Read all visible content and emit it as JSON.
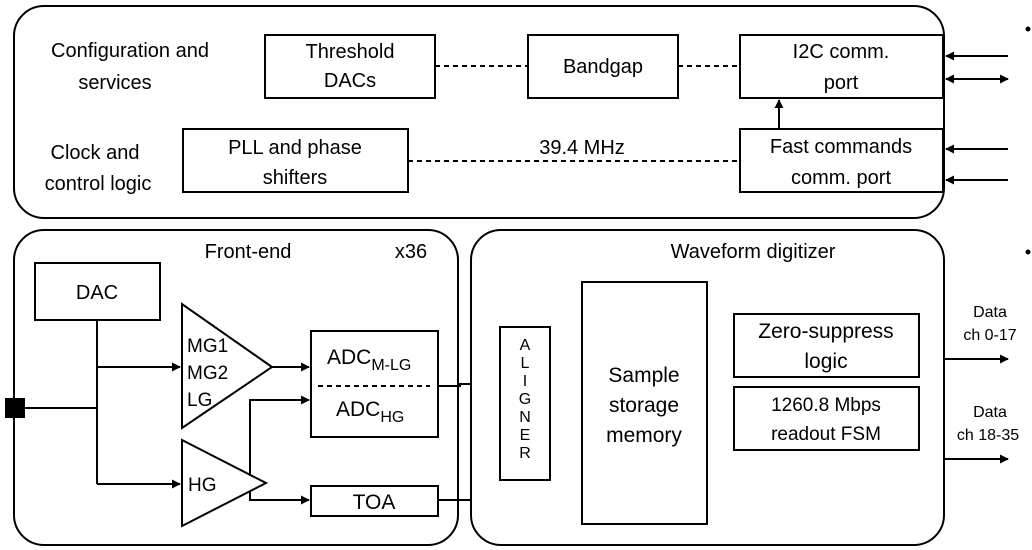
{
  "sections": {
    "config_services": [
      "Configuration and",
      "services"
    ],
    "clock_control": [
      "Clock and",
      "control logic"
    ],
    "front_end": "Front-end",
    "front_end_multiplier": "x36",
    "waveform_digitizer": "Waveform digitizer"
  },
  "blocks": {
    "threshold_dacs": [
      "Threshold",
      "DACs"
    ],
    "bandgap": "Bandgap",
    "i2c_port": [
      "I2C comm.",
      "port"
    ],
    "pll": [
      "PLL and phase",
      "shifters"
    ],
    "fast_commands": [
      "Fast commands",
      "comm. port"
    ],
    "dac": "DAC",
    "amp_mg": [
      "MG1",
      "MG2",
      "LG"
    ],
    "amp_hg": "HG",
    "adc_mlg_main": "ADC",
    "adc_mlg_sub": "M-LG",
    "adc_hg_main": "ADC",
    "adc_hg_sub": "HG",
    "toa": "TOA",
    "aligner": [
      "A",
      "L",
      "I",
      "G",
      "N",
      "E",
      "R"
    ],
    "sample_memory": [
      "Sample",
      "storage",
      "memory"
    ],
    "zero_suppress": [
      "Zero-suppress",
      "logic"
    ],
    "readout_fsm": [
      "1260.8 Mbps",
      "readout FSM"
    ]
  },
  "signals": {
    "clock_freq": "39.4 MHz"
  },
  "outputs": {
    "data_a": [
      "Data",
      "ch 0-17"
    ],
    "data_b": [
      "Data",
      "ch 18-35"
    ]
  }
}
